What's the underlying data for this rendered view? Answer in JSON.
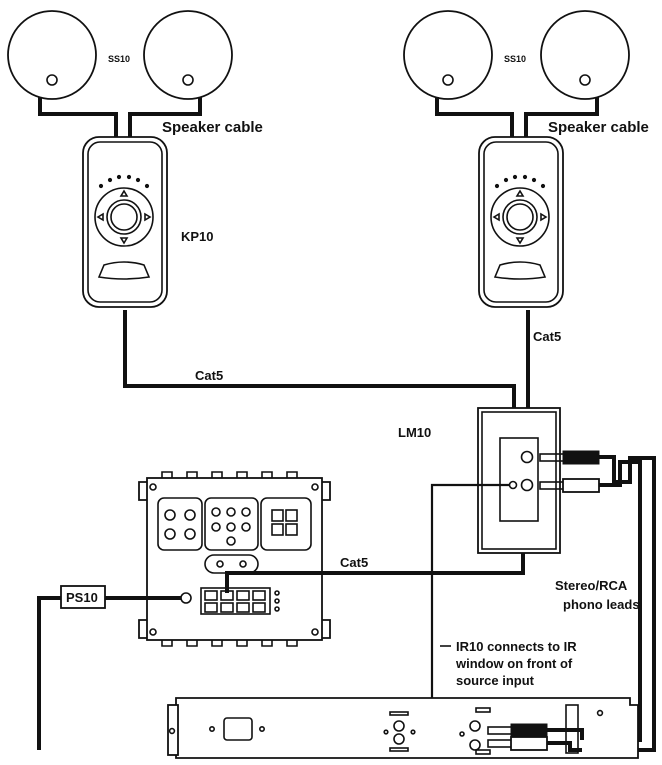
{
  "labels": {
    "ss10_left": "SS10",
    "ss10_right": "SS10",
    "speaker_cable_left": "Speaker cable",
    "speaker_cable_right": "Speaker cable",
    "kp10": "KP10",
    "cat5_right_vertical": "Cat5",
    "cat5_bottom_left": "Cat5",
    "lm10": "LM10",
    "cat5_middle": "Cat5",
    "ps10": "PS10",
    "stereo_line1": "Stereo/RCA",
    "stereo_line2": "phono leads",
    "ir10_line1": "IR10 connects to IR",
    "ir10_line2": "window on front of",
    "ir10_line3": "source input"
  },
  "colors": {
    "line": "#111111",
    "background": "#ffffff"
  }
}
